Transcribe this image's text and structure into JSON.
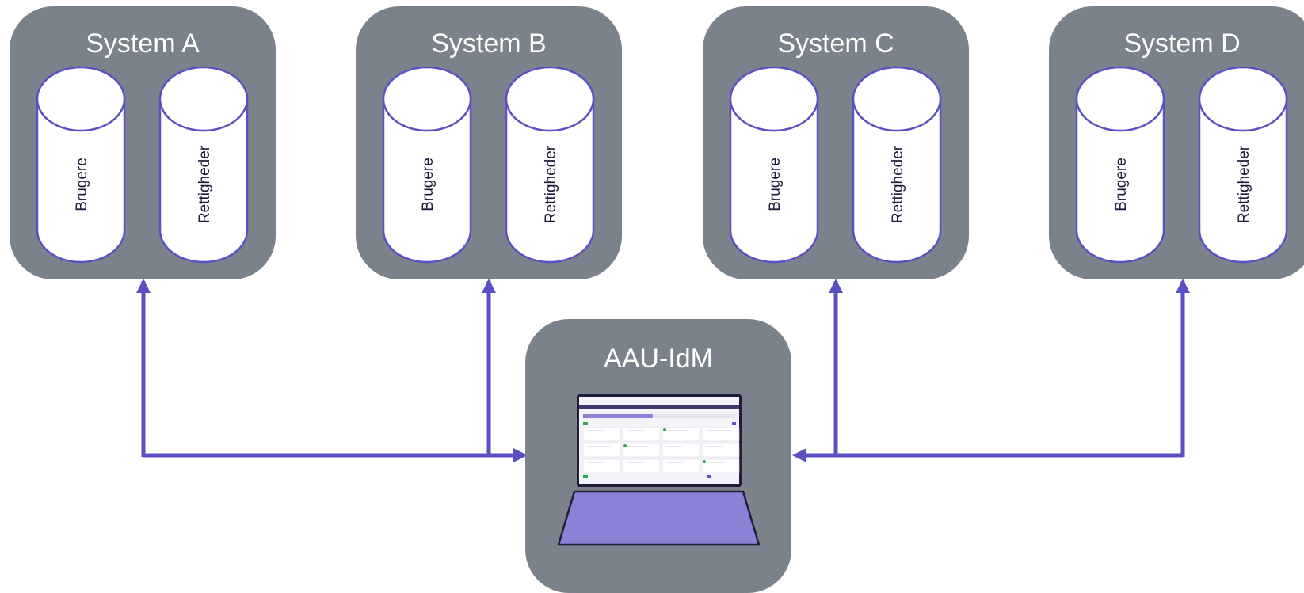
{
  "colors": {
    "box_fill": "#7a828b",
    "arrow": "#5b4fc4",
    "cylinder_stroke": "#5b4fc4",
    "cylinder_fill": "#ffffff",
    "laptop_base": "#8b82d8"
  },
  "systems": [
    {
      "title": "System A",
      "db_left": "Brugere",
      "db_right": "Rettigheder"
    },
    {
      "title": "System B",
      "db_left": "Brugere",
      "db_right": "Rettigheder"
    },
    {
      "title": "System C",
      "db_left": "Brugere",
      "db_right": "Rettigheder"
    },
    {
      "title": "System D",
      "db_left": "Brugere",
      "db_right": "Rettigheder"
    }
  ],
  "hub": {
    "title": "AAU-IdM",
    "icon": "laptop-icon"
  }
}
